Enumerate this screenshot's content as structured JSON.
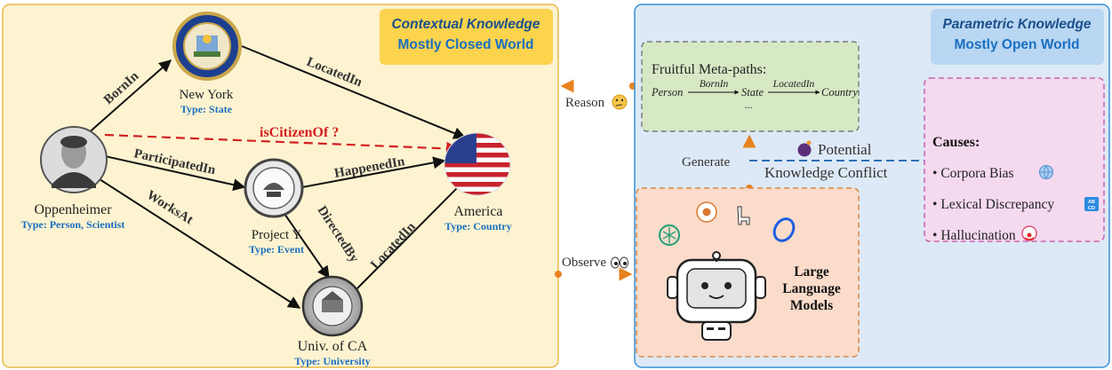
{
  "left_panel": {
    "title_line1": "Contextual Knowledge",
    "title_line2": "Mostly Closed World"
  },
  "right_panel": {
    "title_line1": "Parametric Knowledge",
    "title_line2": "Mostly Open World"
  },
  "nodes": {
    "new_york": {
      "name": "New York",
      "type": "Type: State"
    },
    "oppenheimer": {
      "name": "Oppenheimer",
      "type": "Type: Person, Scientist"
    },
    "project_y": {
      "name": "Project Y",
      "type": "Type: Event"
    },
    "america": {
      "name": "America",
      "type": "Type: Country"
    },
    "univ_ca": {
      "name": "Univ. of CA",
      "type": "Type: University"
    }
  },
  "edges": {
    "born_in": "BornIn",
    "located_in_ny": "LocatedIn",
    "is_citizen_of": "isCitizenOf ?",
    "participated_in": "ParticipatedIn",
    "happened_in": "HappenedIn",
    "works_at": "WorksAt",
    "directed_by": "DirectedBy",
    "located_in_ca": "LocatedIn"
  },
  "middle": {
    "reason": "Reason",
    "observe": "Observe",
    "generate": "Generate",
    "potential": "Potential",
    "knowledge_conflict": "Knowledge Conflict"
  },
  "meta_paths": {
    "title": "Fruitful Meta-paths:",
    "person": "Person",
    "born_in": "BornIn",
    "state": "State",
    "located_in": "LocatedIn",
    "country": "Country",
    "ellipsis": "..."
  },
  "llm": {
    "line1": "Large",
    "line2": "Language",
    "line3": "Models"
  },
  "causes": {
    "title": "Causes:",
    "items": [
      "Corpora Bias",
      "Lexical Discrepancy",
      "Hallucination"
    ]
  },
  "colors": {
    "left_panel_bg": "#fdf3d0",
    "left_panel_border": "#e9b949",
    "right_panel_bg": "#dde9f6",
    "right_panel_border": "#3a8fd6",
    "left_title_bg": "#fbd34d",
    "right_title_bg": "#b9d6f2",
    "title_text": "#1a6fc0",
    "type_text": "#1a6fc0",
    "citizen_red": "#d42020",
    "meta_box_bg": "#d7e8c4",
    "llm_box_bg": "#fbdccb",
    "causes_box_bg": "#f5d9ef",
    "arrow_orange": "#f0962a"
  },
  "icons": [
    "new-york-seal-icon",
    "oppenheimer-portrait-icon",
    "manhattan-project-badge-icon",
    "us-flag-icon",
    "uc-seal-icon",
    "thinking-face-icon",
    "eyes-icon",
    "bomb-icon",
    "globe-icon",
    "abcd-icon",
    "clown-face-icon",
    "chatgpt-logo-icon",
    "llama-icon",
    "robot-icon"
  ]
}
